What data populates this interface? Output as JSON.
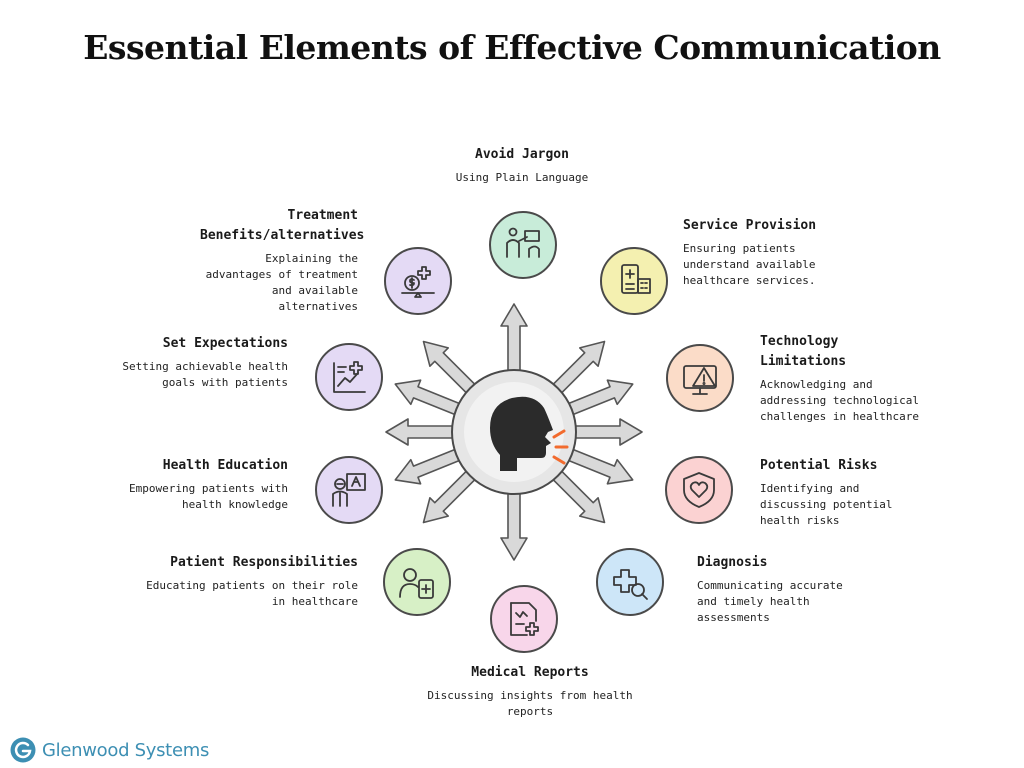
{
  "title": "Essential Elements of Effective Communication",
  "brand": {
    "name": "Glenwood Systems",
    "color": "#3d8fb3"
  },
  "hub": {
    "icon": "speaking-head-icon",
    "accent": "#f26b2e"
  },
  "items": [
    {
      "id": "avoid-jargon",
      "title": "Avoid Jargon",
      "desc": "Using Plain Language",
      "icon": "presenter-icon",
      "color": "#c8ecd9"
    },
    {
      "id": "service-provision",
      "title": "Service Provision",
      "desc": "Ensuring patients understand available healthcare services.",
      "icon": "hospital-icon",
      "color": "#f4f0b0"
    },
    {
      "id": "technology-limitations",
      "title": "Technology Limitations",
      "desc": "Acknowledging and addressing technological challenges in healthcare",
      "icon": "monitor-warning-icon",
      "color": "#fbdcc8"
    },
    {
      "id": "potential-risks",
      "title": "Potential Risks",
      "desc": "Identifying and discussing potential health risks",
      "icon": "shield-heart-icon",
      "color": "#fbd2d2"
    },
    {
      "id": "diagnosis",
      "title": "Diagnosis",
      "desc": "Communicating accurate and timely health assessments",
      "icon": "medical-search-icon",
      "color": "#cde6f8"
    },
    {
      "id": "medical-reports",
      "title": "Medical Reports",
      "desc": "Discussing insights from health reports",
      "icon": "medical-report-icon",
      "color": "#f8d6ea"
    },
    {
      "id": "patient-responsibilities",
      "title": "Patient Responsibilities",
      "desc": "Educating patients on their role in healthcare",
      "icon": "patient-clipboard-icon",
      "color": "#d7f0c6"
    },
    {
      "id": "health-education",
      "title": "Health Education",
      "desc": "Empowering patients with health knowledge",
      "icon": "teacher-board-icon",
      "color": "#e4daf5"
    },
    {
      "id": "set-expectations",
      "title": "Set Expectations",
      "desc": "Setting achievable health goals with patients",
      "icon": "chart-goal-icon",
      "color": "#e4daf5"
    },
    {
      "id": "treatment-benefits",
      "title": "Treatment Benefits/alternatives",
      "desc": "Explaining the advantages of treatment and available alternatives",
      "icon": "balance-scale-icon",
      "color": "#e4daf5"
    }
  ]
}
